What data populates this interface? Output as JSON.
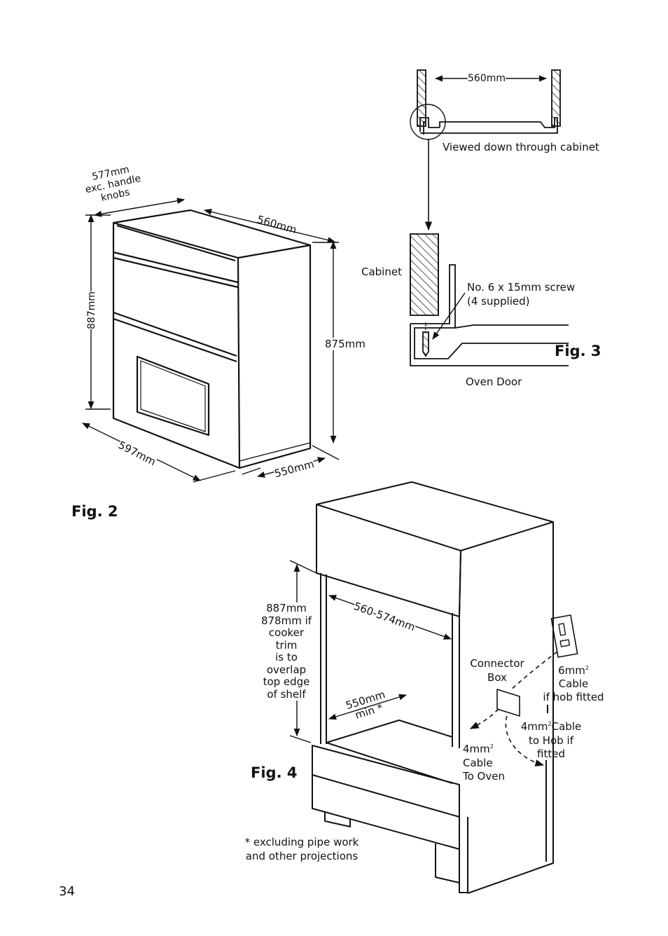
{
  "page_number": "34",
  "fig2": {
    "label": "Fig. 2",
    "dim_width_handles": [
      "577mm",
      "exc. handle",
      "knobs"
    ],
    "dim_depth_top": "560mm",
    "dim_height_left": "887mm",
    "dim_height_right": "875mm",
    "dim_width_bottom": "597mm",
    "dim_depth_bottom": "550mm"
  },
  "fig3": {
    "label": "Fig. 3",
    "dim_cabinet_width": "560mm",
    "caption_view": "Viewed down through cabinet",
    "label_cabinet": "Cabinet",
    "label_screw": [
      "No. 6 x 15mm screw",
      "(4 supplied)"
    ],
    "label_oven_door": "Oven Door"
  },
  "fig4": {
    "label": "Fig. 4",
    "dim_height_note": [
      "887mm",
      "878mm if",
      "cooker",
      "trim",
      "is to",
      "overlap",
      "top edge",
      "of shelf"
    ],
    "dim_width": "560-574mm",
    "dim_depth": [
      "550mm",
      "min *"
    ],
    "label_connector_box": [
      "Connector",
      "Box"
    ],
    "label_6mm_cable": [
      "6mm",
      "2",
      "Cable",
      "if hob fitted"
    ],
    "label_4mm_hob": [
      "4mm",
      "2",
      "Cable",
      "to Hob if",
      "fitted"
    ],
    "label_4mm_oven": [
      "4mm",
      "2",
      "Cable",
      "To Oven"
    ],
    "footnote": [
      "* excluding pipe work",
      "and other projections"
    ]
  }
}
